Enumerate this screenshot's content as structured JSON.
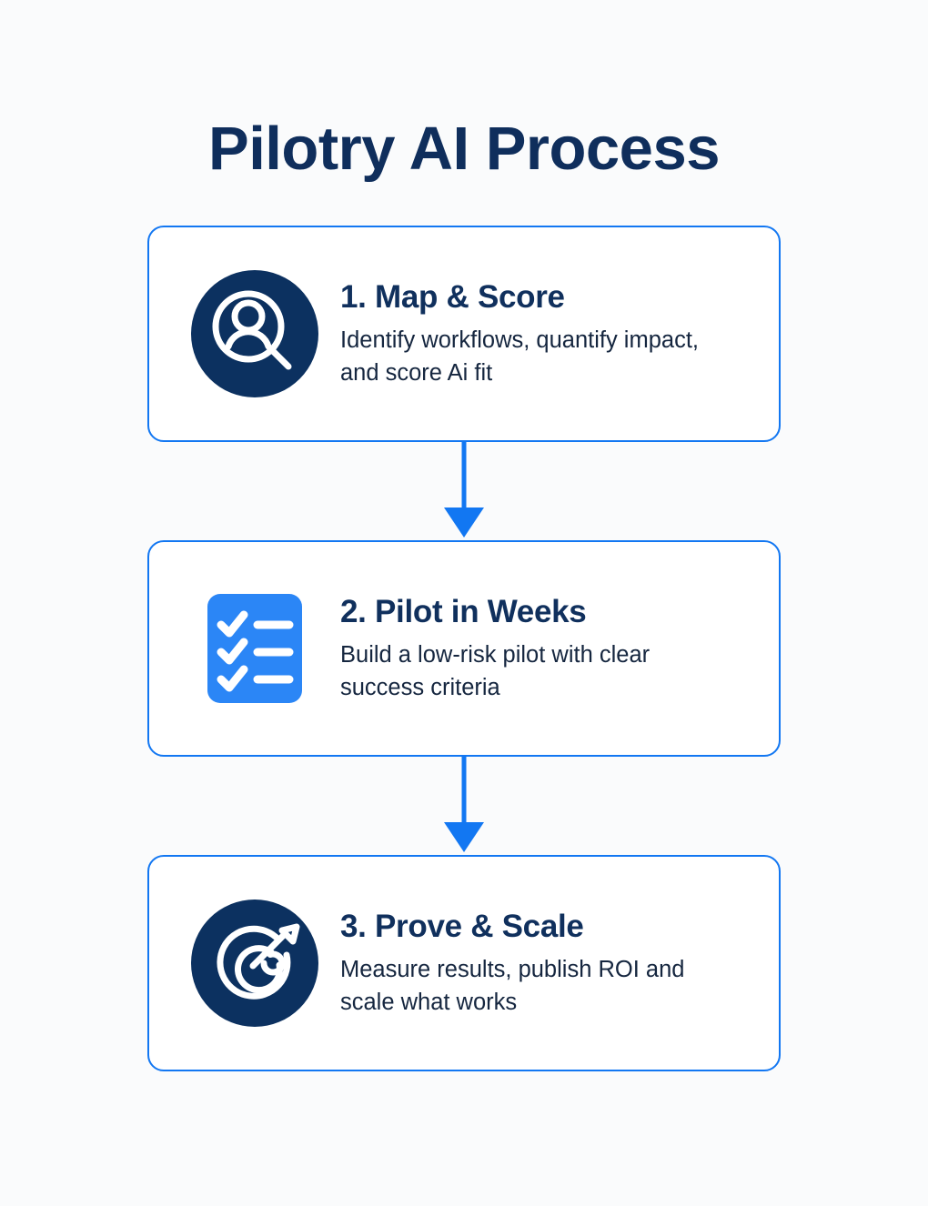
{
  "page": {
    "title": "Pilotry AI Process",
    "background_color": "#FAFBFC"
  },
  "colors": {
    "navy": "#10305D",
    "navy_deep": "#0C3160",
    "blue": "#1277F2",
    "blue_icon": "#2B86F6",
    "body_text": "#15263F",
    "card_bg": "#FFFFFF"
  },
  "steps": [
    {
      "icon": "magnifier-person-icon",
      "icon_style": "navy-circle",
      "heading": "1. Map & Score",
      "description": "Identify workflows, quantify impact, and score Ai fit"
    },
    {
      "icon": "checklist-icon",
      "icon_style": "blue-square",
      "heading": "2. Pilot in Weeks",
      "description": "Build a low-risk pilot with clear success criteria"
    },
    {
      "icon": "target-arrow-icon",
      "icon_style": "navy-circle",
      "heading": "3. Prove & Scale",
      "description": "Measure results, publish ROI and scale what works"
    }
  ],
  "connectors": [
    {
      "direction": "down",
      "name": "arrow-step1-to-step2"
    },
    {
      "direction": "down",
      "name": "arrow-step2-to-step3"
    }
  ]
}
